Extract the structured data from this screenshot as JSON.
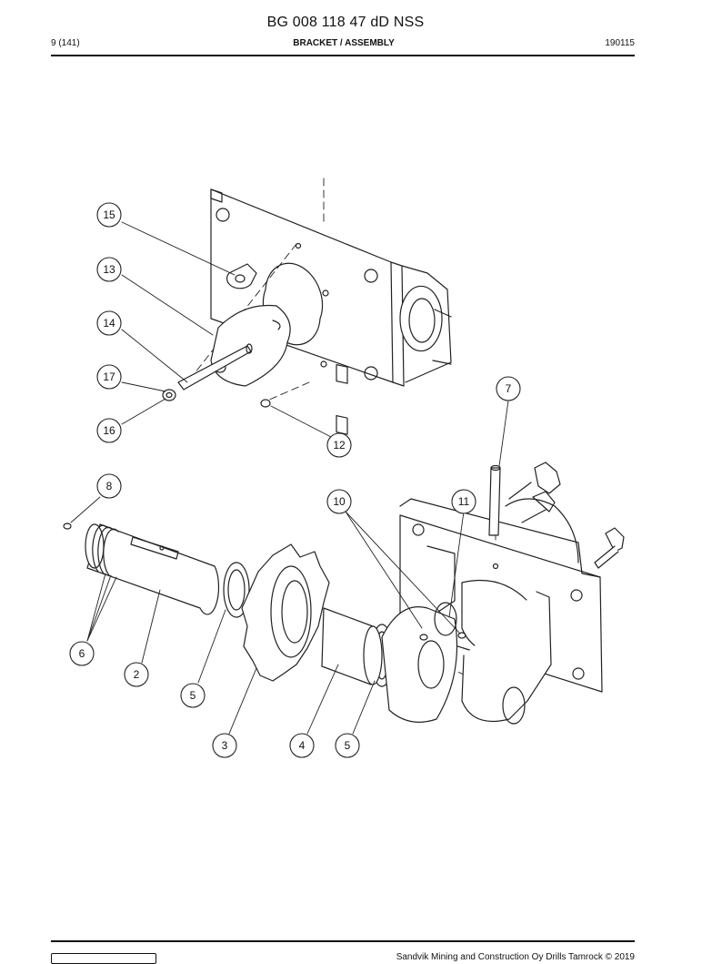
{
  "header": {
    "title": "BG 008 118 47 dD NSS",
    "page": "9 (141)",
    "section": "BRACKET / ASSEMBLY",
    "date_code": "190115"
  },
  "callouts": [
    {
      "id": "c15",
      "label": "15"
    },
    {
      "id": "c13",
      "label": "13"
    },
    {
      "id": "c14",
      "label": "14"
    },
    {
      "id": "c17",
      "label": "17"
    },
    {
      "id": "c16",
      "label": "16"
    },
    {
      "id": "c12",
      "label": "12"
    },
    {
      "id": "c7",
      "label": "7"
    },
    {
      "id": "c8",
      "label": "8"
    },
    {
      "id": "c10",
      "label": "10"
    },
    {
      "id": "c11",
      "label": "11"
    },
    {
      "id": "c6",
      "label": "6"
    },
    {
      "id": "c2",
      "label": "2"
    },
    {
      "id": "c5a",
      "label": "5"
    },
    {
      "id": "c3",
      "label": "3"
    },
    {
      "id": "c4",
      "label": "4"
    },
    {
      "id": "c5b",
      "label": "5"
    }
  ],
  "footer": {
    "copyright": "Sandvik Mining and Construction Oy Drills Tamrock © 2019"
  }
}
